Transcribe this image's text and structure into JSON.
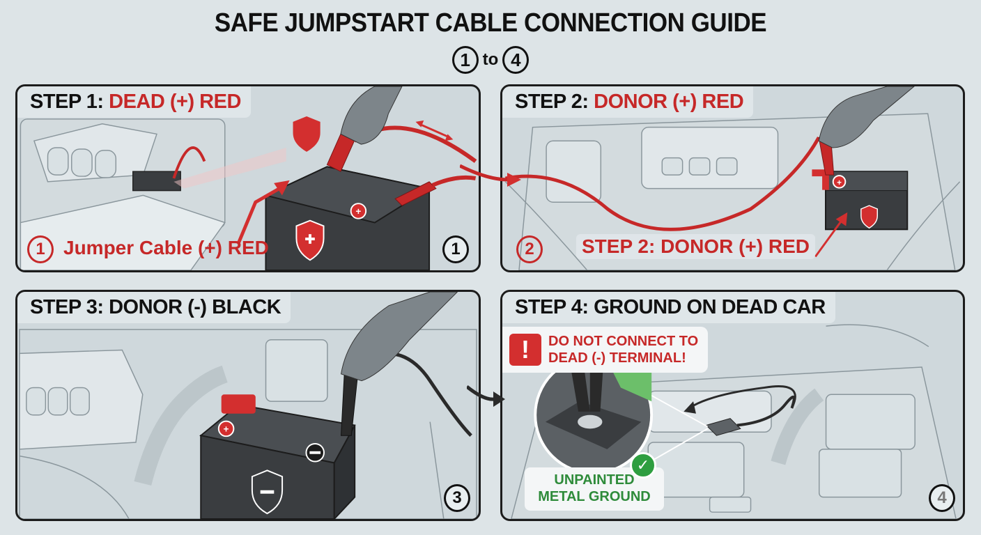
{
  "header": {
    "title": "SAFE JUMPSTART CABLE CONNECTION GUIDE",
    "range_start": "1",
    "range_word": "to",
    "range_end": "4"
  },
  "colors": {
    "background": "#dde4e7",
    "positive_red": "#c62828",
    "ground_green": "#2e8b3a",
    "battery_dark": "#3a3d40",
    "panel_border": "#1c1c1c"
  },
  "steps": [
    {
      "number": "1",
      "heading_lead": "STEP 1:",
      "heading_accent": "DEAD (+) RED",
      "callout_number": "1",
      "callout_text": "Jumper Cable (+) RED",
      "corner_badge": "1",
      "icons": [
        "shield-icon",
        "positive-terminal-icon",
        "shield-plus-icon",
        "glove-hand-icon",
        "clamp-icon",
        "double-arrow-icon"
      ]
    },
    {
      "number": "2",
      "heading_lead": "STEP 2:",
      "heading_accent": "DONOR (+) RED",
      "callout_number": "2",
      "callout_text": "STEP 2: DONOR (+) RED",
      "icons": [
        "positive-terminal-icon",
        "shield-plus-icon",
        "glove-hand-icon",
        "clamp-icon"
      ]
    },
    {
      "number": "3",
      "heading_lead": "STEP 3: DONOR (-) BLACK",
      "heading_accent": "",
      "corner_badge": "3",
      "icons": [
        "positive-terminal-icon",
        "negative-terminal-icon",
        "shield-minus-icon",
        "glove-hand-icon",
        "clamp-icon"
      ]
    },
    {
      "number": "4",
      "heading_lead": "STEP 4: GROUND ON DEAD CAR",
      "heading_accent": "",
      "warning_icon": "!",
      "warning_line1": "DO NOT CONNECT TO",
      "warning_line2": "DEAD (-) TERMINAL!",
      "ground_line1": "UNPAINTED",
      "ground_line2": "METAL GROUND",
      "check_icon": "✓",
      "corner_badge": "4",
      "icons": [
        "warning-icon",
        "check-icon",
        "magnifier-inset",
        "clamp-icon",
        "curved-arrow-icon"
      ]
    }
  ]
}
